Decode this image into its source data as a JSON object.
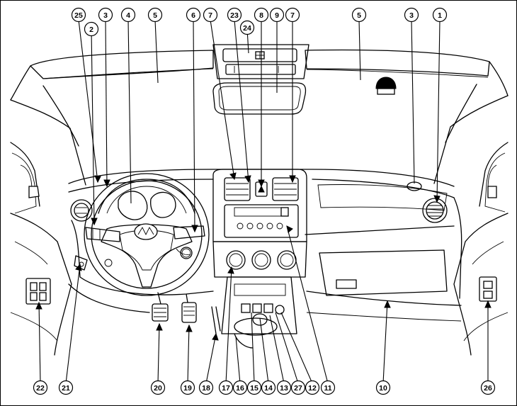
{
  "figure": {
    "subject": "vehicle instrument panel / dashboard overview",
    "logo_icon": "car-brand-logo-icon",
    "watermark_icon": "watermark-logo-icon"
  },
  "callouts": [
    {
      "id": "c25-top",
      "label": "25",
      "row": "top"
    },
    {
      "id": "c2-top",
      "label": "2",
      "row": "top"
    },
    {
      "id": "c3-top-left",
      "label": "3",
      "row": "top"
    },
    {
      "id": "c4-top",
      "label": "4",
      "row": "top"
    },
    {
      "id": "c5-top-left",
      "label": "5",
      "row": "top"
    },
    {
      "id": "c6-top",
      "label": "6",
      "row": "top"
    },
    {
      "id": "c7-top-left",
      "label": "7",
      "row": "top"
    },
    {
      "id": "c23-top",
      "label": "23",
      "row": "top"
    },
    {
      "id": "c24-top",
      "label": "24",
      "row": "top"
    },
    {
      "id": "c8-top",
      "label": "8",
      "row": "top"
    },
    {
      "id": "c9-top",
      "label": "9",
      "row": "top"
    },
    {
      "id": "c7-top-right",
      "label": "7",
      "row": "top"
    },
    {
      "id": "c5-top-right",
      "label": "5",
      "row": "top"
    },
    {
      "id": "c3-top-right",
      "label": "3",
      "row": "top"
    },
    {
      "id": "c1-top",
      "label": "1",
      "row": "top"
    },
    {
      "id": "c22-bottom",
      "label": "22",
      "row": "bottom"
    },
    {
      "id": "c21-bottom",
      "label": "21",
      "row": "bottom"
    },
    {
      "id": "c20-bottom",
      "label": "20",
      "row": "bottom"
    },
    {
      "id": "c19-bottom",
      "label": "19",
      "row": "bottom"
    },
    {
      "id": "c18-bottom",
      "label": "18",
      "row": "bottom"
    },
    {
      "id": "c17-bottom",
      "label": "17",
      "row": "bottom"
    },
    {
      "id": "c16-bottom",
      "label": "16",
      "row": "bottom"
    },
    {
      "id": "c15-bottom",
      "label": "15",
      "row": "bottom"
    },
    {
      "id": "c14-bottom",
      "label": "14",
      "row": "bottom"
    },
    {
      "id": "c13-bottom",
      "label": "13",
      "row": "bottom"
    },
    {
      "id": "c27-bottom",
      "label": "27",
      "row": "bottom"
    },
    {
      "id": "c12-bottom",
      "label": "12",
      "row": "bottom"
    },
    {
      "id": "c11-bottom",
      "label": "11",
      "row": "bottom"
    },
    {
      "id": "c10-bottom",
      "label": "10",
      "row": "bottom"
    },
    {
      "id": "c26-bottom",
      "label": "26",
      "row": "bottom"
    }
  ]
}
